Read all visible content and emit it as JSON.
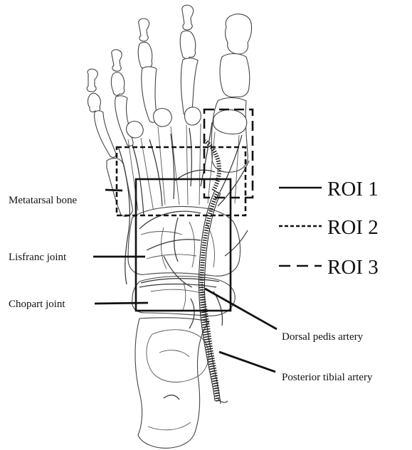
{
  "labels": {
    "metatarsal_bone": "Metatarsal bone",
    "lisfranc_joint": "Lisfranc joint",
    "chopart_joint": "Chopart joint",
    "dorsal_pedis_artery": "Dorsal pedis artery",
    "posterior_tibial_artery": "Posterior tibial artery"
  },
  "legend": [
    {
      "label": "ROI 1",
      "line_style": "solid"
    },
    {
      "label": "ROI 2",
      "line_style": "dotted"
    },
    {
      "label": "ROI 3",
      "line_style": "dashed"
    }
  ],
  "colors": {
    "ink": "#111111",
    "background": "#ffffff"
  }
}
